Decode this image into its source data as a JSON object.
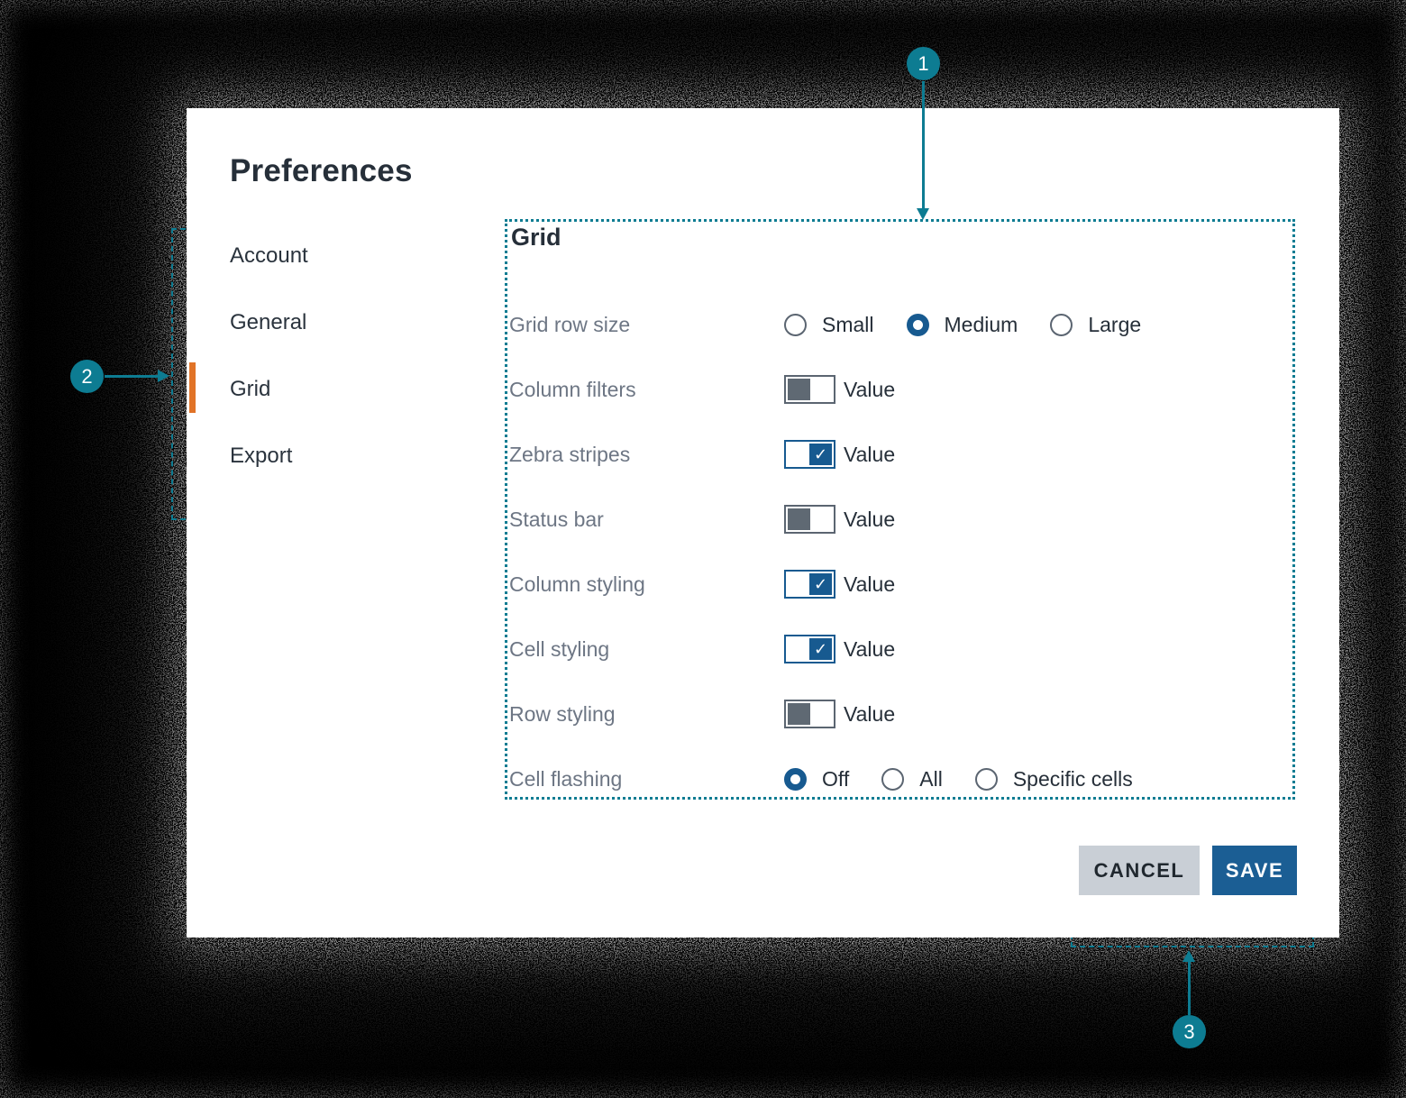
{
  "colors": {
    "annotation_teal": "#0d7c92",
    "selection_blue": "#175a90",
    "save_button_blue": "#1b5e94",
    "cancel_button_gray": "#c9cfd6",
    "control_gray": "#5b6571",
    "label_gray": "#6d7684",
    "text_dark": "#262f39",
    "selected_indicator_orange": "#e17327",
    "card_background": "#ffffff",
    "page_background": "#000000"
  },
  "annotations": {
    "items": [
      {
        "number": "1"
      },
      {
        "number": "2"
      },
      {
        "number": "3"
      }
    ]
  },
  "dialog": {
    "title": "Preferences",
    "sidebar": {
      "items": [
        {
          "label": "Account",
          "selected": false
        },
        {
          "label": "General",
          "selected": false
        },
        {
          "label": "Grid",
          "selected": true
        },
        {
          "label": "Export",
          "selected": false
        }
      ]
    },
    "panel": {
      "heading": "Grid",
      "rows": [
        {
          "label": "Grid row size",
          "type": "radio-group",
          "options": [
            {
              "label": "Small",
              "selected": false
            },
            {
              "label": "Medium",
              "selected": true
            },
            {
              "label": "Large",
              "selected": false
            }
          ]
        },
        {
          "label": "Column filters",
          "type": "checkbox",
          "checked": false,
          "value_label": "Value"
        },
        {
          "label": "Zebra stripes",
          "type": "checkbox",
          "checked": true,
          "value_label": "Value"
        },
        {
          "label": "Status bar",
          "type": "checkbox",
          "checked": false,
          "value_label": "Value"
        },
        {
          "label": "Column styling",
          "type": "checkbox",
          "checked": true,
          "value_label": "Value"
        },
        {
          "label": "Cell styling",
          "type": "checkbox",
          "checked": true,
          "value_label": "Value"
        },
        {
          "label": "Row styling",
          "type": "checkbox",
          "checked": false,
          "value_label": "Value"
        },
        {
          "label": "Cell flashing",
          "type": "radio-group",
          "options": [
            {
              "label": "Off",
              "selected": true
            },
            {
              "label": "All",
              "selected": false
            },
            {
              "label": "Specific cells",
              "selected": false
            }
          ]
        }
      ]
    },
    "footer": {
      "cancel_label": "CANCEL",
      "save_label": "SAVE"
    }
  }
}
